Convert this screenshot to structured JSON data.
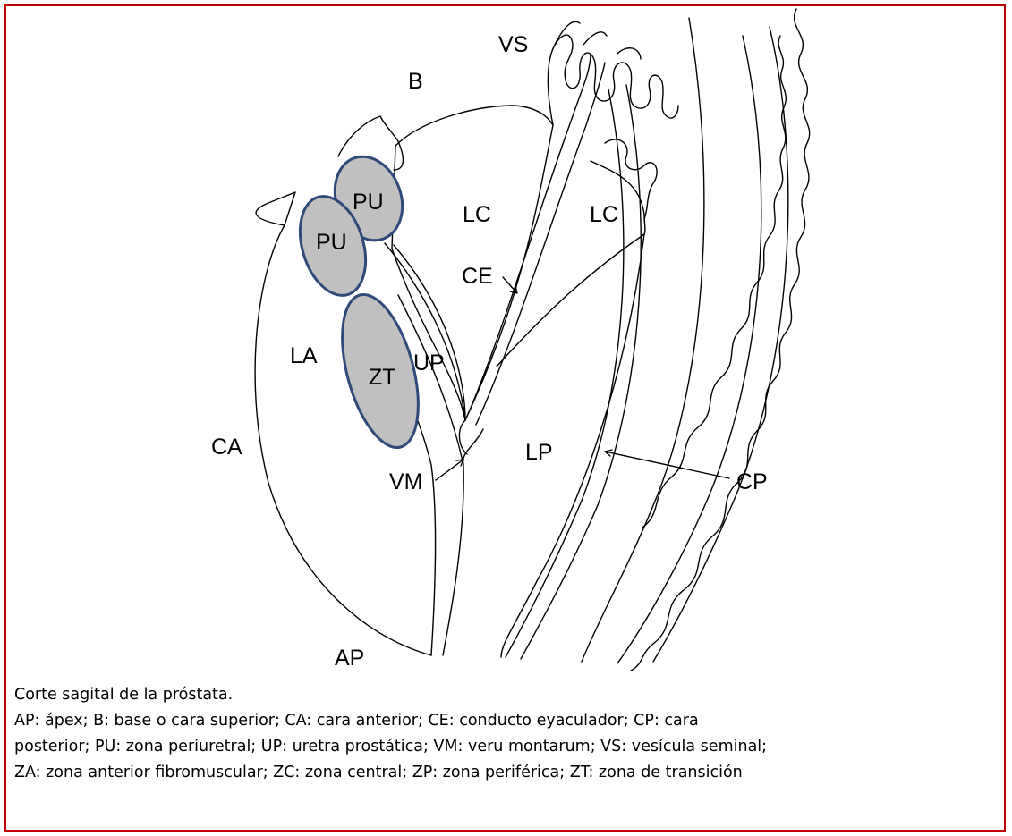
{
  "diagram": {
    "labels": {
      "vs": "VS",
      "b": "B",
      "pu_upper": "PU",
      "pu_lower": "PU",
      "lc_left": "LC",
      "lc_right": "LC",
      "ce": "CE",
      "la": "LA",
      "zt": "ZT",
      "up": "UP",
      "ca": "CA",
      "lp": "LP",
      "cp": "CP",
      "vm": "VM",
      "ap": "AP"
    },
    "colors": {
      "outline": "#000000",
      "zone_fill": "#c0c0c0",
      "zone_stroke": "#2f4a7a",
      "frame_border": "#c00000"
    }
  },
  "caption": {
    "title": "Corte sagital de la próstata.",
    "legend_lines": [
      "AP: ápex; B: base o cara superior; CA: cara anterior;  CE: conducto eyaculador; CP: cara",
      "posterior; PU: zona periuretral; UP: uretra prostática; VM: veru montarum; VS: vesícula seminal;",
      "ZA: zona anterior fibromuscular; ZC: zona central; ZP: zona periférica; ZT: zona de transición"
    ]
  }
}
